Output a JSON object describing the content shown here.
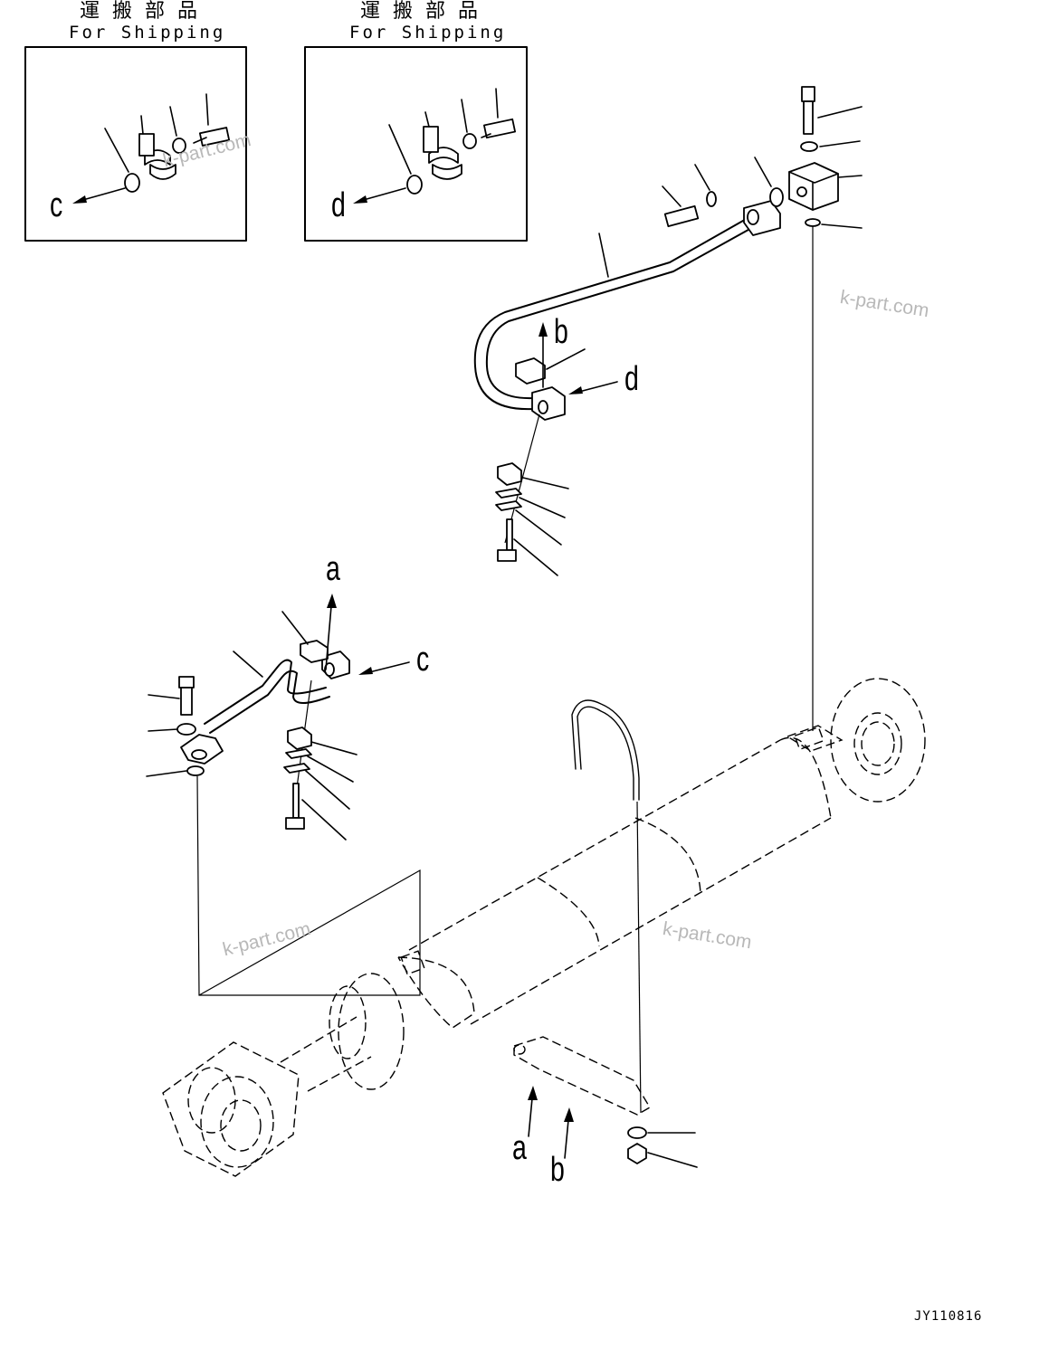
{
  "shipping_boxes": [
    {
      "title_jp": "運搬部品",
      "title_en": "For Shipping",
      "ref_letter": "c"
    },
    {
      "title_jp": "運搬部品",
      "title_en": "For Shipping",
      "ref_letter": "d"
    }
  ],
  "view_letters": {
    "upper_pipe_b": "b",
    "upper_pipe_d": "d",
    "lower_pipe_a": "a",
    "lower_pipe_c": "c",
    "bracket_a": "a",
    "bracket_b": "b"
  },
  "watermark": "k-part.com",
  "drawing_code": "JY110816"
}
